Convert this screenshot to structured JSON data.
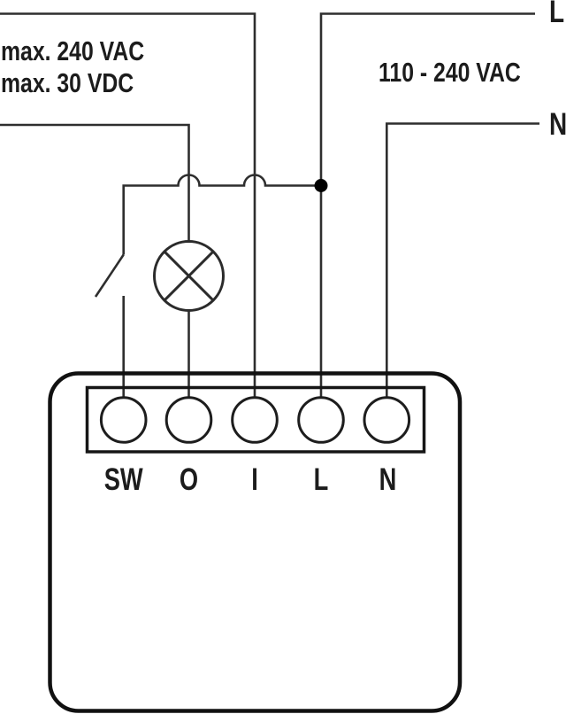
{
  "diagram": {
    "type": "electrical-wiring-diagram",
    "annotations": {
      "output_rating_line1": "max. 240 VAC",
      "output_rating_line2": "max. 30 VDC",
      "supply_voltage": "110 - 240 VAC",
      "line_label": "L",
      "neutral_label": "N"
    },
    "terminals": [
      "SW",
      "O",
      "I",
      "L",
      "N"
    ],
    "symbols": [
      "open-switch",
      "lamp",
      "junction-dot",
      "wire-bridge",
      "wire-bridge"
    ],
    "colors": {
      "background": "#ffffff",
      "wire": "#2e2e2e",
      "device_outline": "#111111",
      "text": "#1c1c1c",
      "junction_dot": "#000000"
    }
  }
}
